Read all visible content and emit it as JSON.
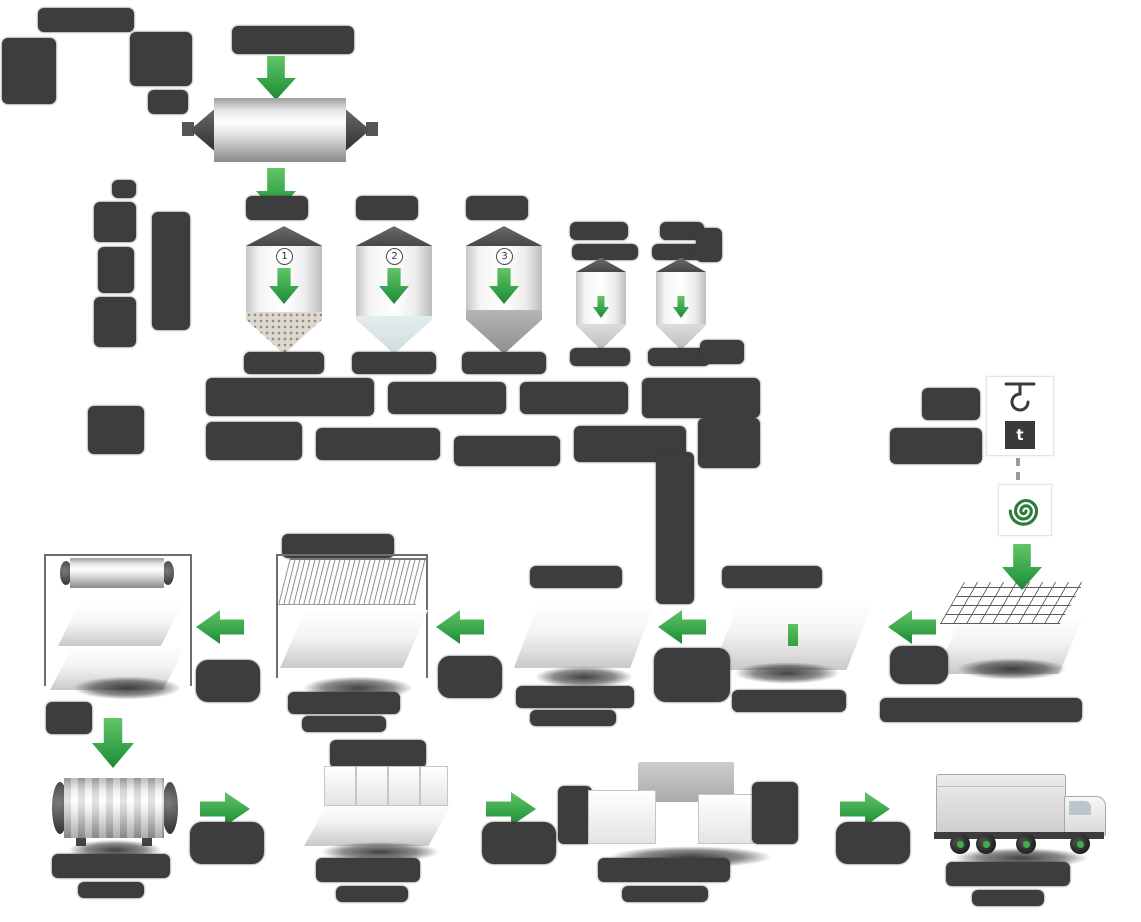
{
  "diagram": {
    "type": "process-flow",
    "colors": {
      "background": "#ffffff",
      "arrow_green": "#3fae4e",
      "ink": "#3d3d3d"
    },
    "flow": {
      "middle_row_direction": "right-to-left",
      "bottom_row_direction": "left-to-right"
    },
    "stations": {
      "preparation": [
        "ball-mill",
        "silo-1",
        "silo-2",
        "silo-3",
        "small-silo-1",
        "small-silo-2"
      ],
      "dosing": [
        "crane-hook-scale",
        "tonne-weight",
        "spiral-mixer"
      ],
      "casting_row": [
        "reinforcement-mesh-mold",
        "rising-mold",
        "casting-mold",
        "cutting-machine",
        "tilting-crane-station"
      ],
      "finishing_row": [
        "autoclave",
        "block-stack",
        "separating-station",
        "delivery-truck"
      ]
    }
  },
  "silos": [
    {
      "number": "1"
    },
    {
      "number": "2"
    },
    {
      "number": "3"
    }
  ],
  "weighing": {
    "unit_letter": "t"
  }
}
